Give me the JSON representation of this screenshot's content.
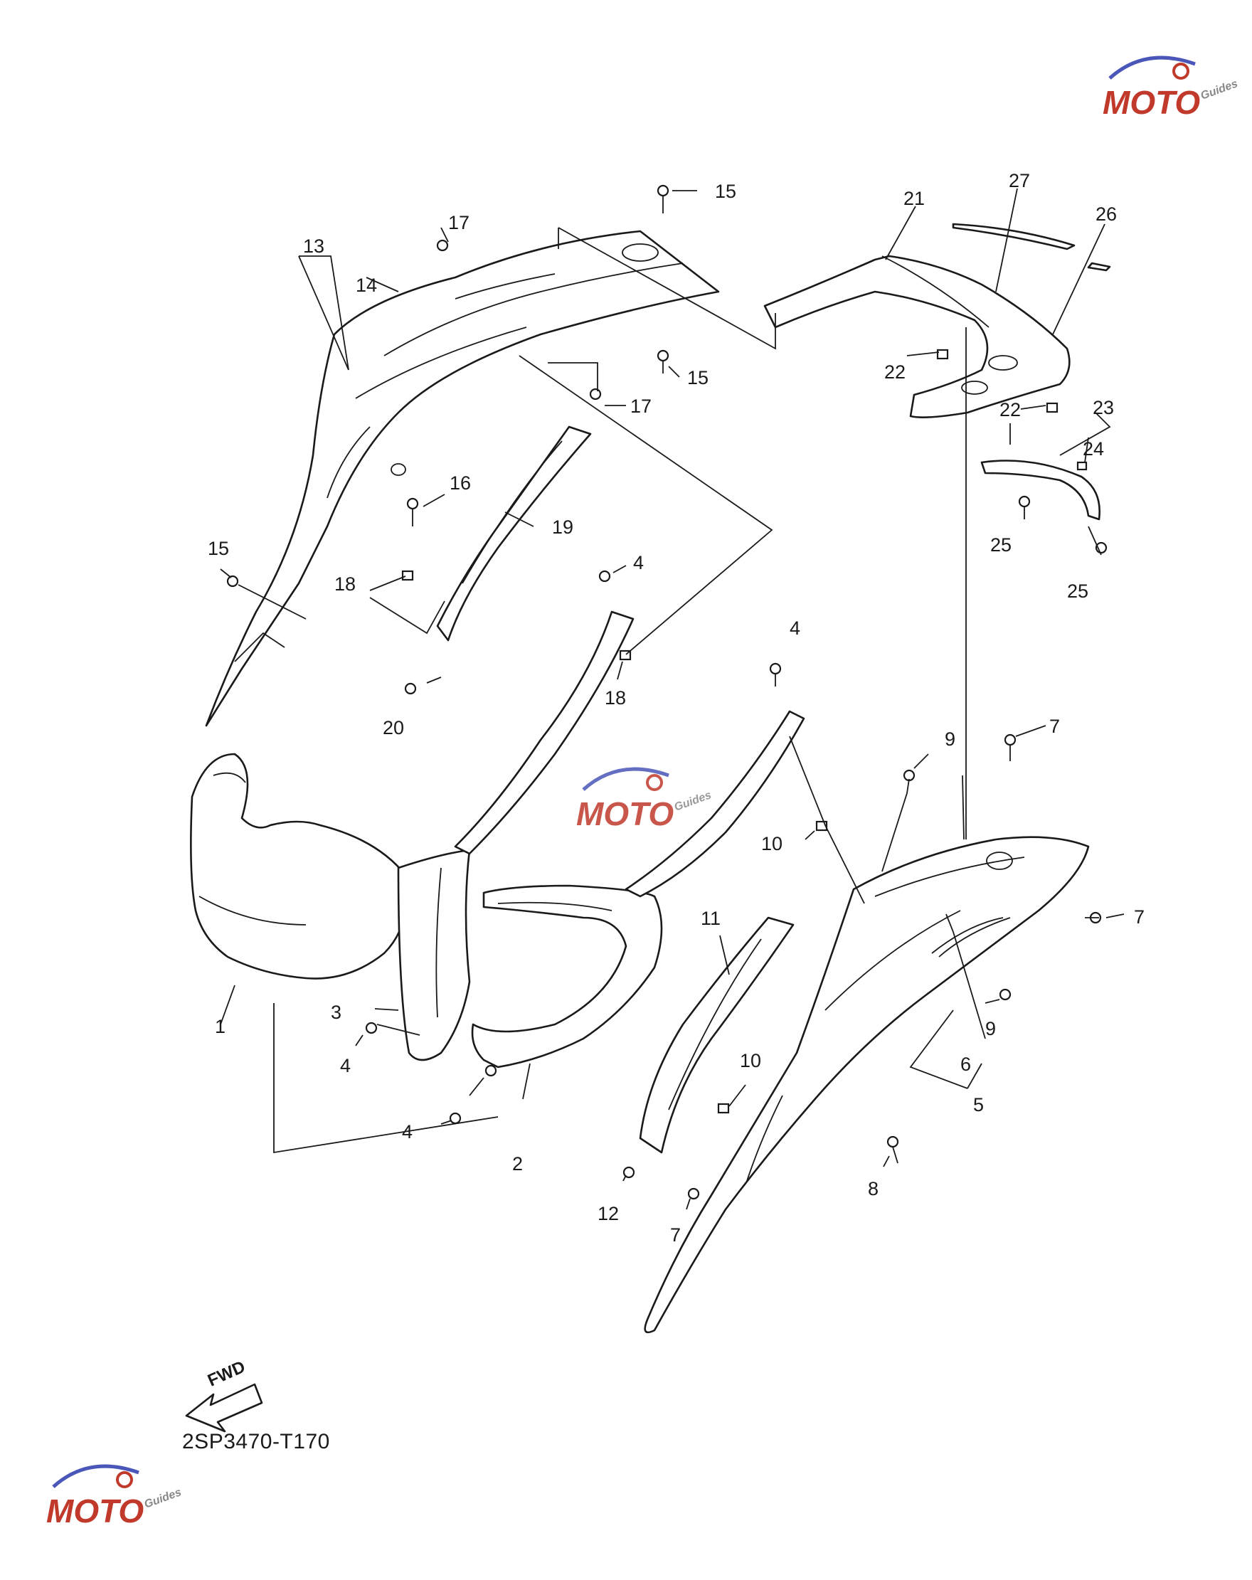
{
  "diagram": {
    "code": "2SP3470-T170",
    "direction_label": "FWD",
    "watermark": {
      "brand": "MOTO",
      "sub": "Guides",
      "colors": {
        "m": "#c0392b",
        "arc": "#4a56b8",
        "gear": "#c0392b"
      }
    },
    "callouts": {
      "c1": "1",
      "c2": "2",
      "c3": "3",
      "c4a": "4",
      "c4b": "4",
      "c4c": "4",
      "c4d": "4",
      "c5": "5",
      "c6": "6",
      "c7a": "7",
      "c7b": "7",
      "c7c": "7",
      "c8": "8",
      "c9a": "9",
      "c9b": "9",
      "c10a": "10",
      "c10b": "10",
      "c11": "11",
      "c12": "12",
      "c13": "13",
      "c14": "14",
      "c15a": "15",
      "c15b": "15",
      "c15c": "15",
      "c16": "16",
      "c17a": "17",
      "c17b": "17",
      "c18a": "18",
      "c18b": "18",
      "c19": "19",
      "c20": "20",
      "c21": "21",
      "c22a": "22",
      "c22b": "22",
      "c23": "23",
      "c24": "24",
      "c25a": "25",
      "c25b": "25",
      "c26": "26",
      "c27": "27"
    }
  }
}
